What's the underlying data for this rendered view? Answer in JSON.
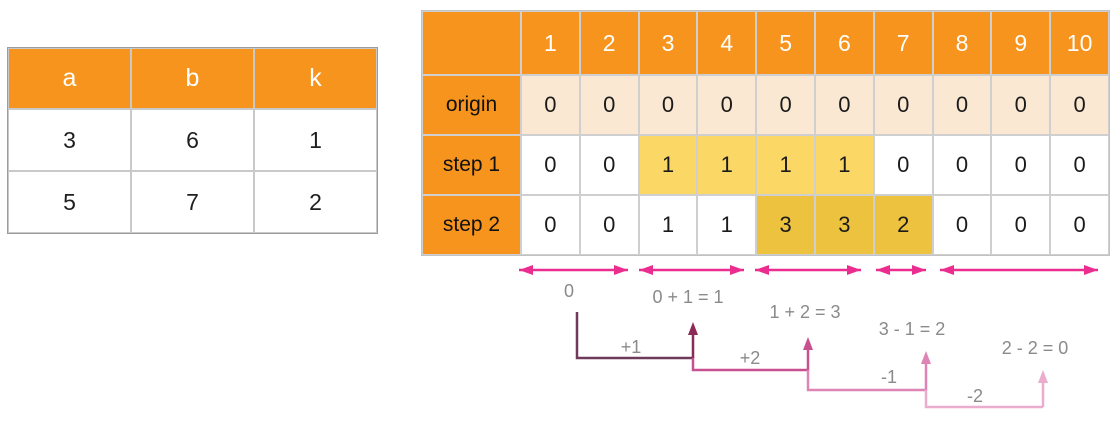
{
  "colors": {
    "header_orange": "#F7941D",
    "origin_row_bg": "#FBE8D2",
    "step1_highlight": "#FBD765",
    "step2_highlight": "#EDC23F",
    "range_arrow_pink": "#EB2D8F",
    "label_gray": "#8A8A8A",
    "step_segment_colors": [
      "#6F3A5B",
      "#C75090",
      "#DE85B5",
      "#ECACCE"
    ],
    "step_arrow_colors": [
      "#8C2A57",
      "#C75090",
      "#DE85B5",
      "#ECACCE"
    ]
  },
  "params_table": {
    "headers": [
      "a",
      "b",
      "k"
    ],
    "rows": [
      [
        "3",
        "6",
        "1"
      ],
      [
        "5",
        "7",
        "2"
      ]
    ]
  },
  "diff_table": {
    "corner": "",
    "col_headers": [
      "1",
      "2",
      "3",
      "4",
      "5",
      "6",
      "7",
      "8",
      "9",
      "10"
    ],
    "rows": [
      {
        "label": "origin",
        "values": [
          "0",
          "0",
          "0",
          "0",
          "0",
          "0",
          "0",
          "0",
          "0",
          "0"
        ]
      },
      {
        "label": "step 1",
        "values": [
          "0",
          "0",
          "1",
          "1",
          "1",
          "1",
          "0",
          "0",
          "0",
          "0"
        ]
      },
      {
        "label": "step 2",
        "values": [
          "0",
          "0",
          "1",
          "1",
          "3",
          "3",
          "2",
          "0",
          "0",
          "0"
        ]
      }
    ]
  },
  "annotations": {
    "range_labels": [
      "0",
      "0 + 1 = 1",
      "1 + 2 = 3",
      "3 - 1 = 2",
      "2 - 2 = 0"
    ],
    "op_labels": [
      "+1",
      "+2",
      "-1",
      "-2"
    ]
  }
}
